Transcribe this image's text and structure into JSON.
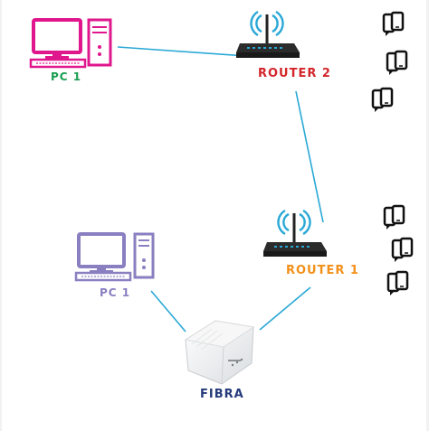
{
  "colors": {
    "link": "#29a8d6",
    "pc_top": "#e0178c",
    "pc_bottom": "#8a7fc0",
    "pc_top_label": "#1a9e52",
    "router2_label": "#d3252a",
    "router1_label": "#f39019",
    "fibra_label": "#243a7a",
    "icon_dark": "#111111"
  },
  "nodes": {
    "pc_top": {
      "label": "PC 1",
      "icon": "desktop-computer-icon"
    },
    "router2": {
      "label": "ROUTER 2",
      "icon": "wifi-router-icon"
    },
    "router1": {
      "label": "ROUTER 1",
      "icon": "wifi-router-icon"
    },
    "pc_bottom": {
      "label": "PC 1",
      "icon": "desktop-computer-icon"
    },
    "fibra": {
      "label": "FIBRA",
      "icon": "fiber-modem-icon"
    }
  },
  "device_groups": {
    "right_top": {
      "icon": "mobile-devices-icon",
      "count": 3
    },
    "right_bottom": {
      "icon": "mobile-devices-icon",
      "count": 3
    }
  },
  "links": [
    [
      "pc_top",
      "router2"
    ],
    [
      "router2",
      "router1"
    ],
    [
      "router1",
      "fibra"
    ],
    [
      "pc_bottom",
      "fibra"
    ]
  ]
}
